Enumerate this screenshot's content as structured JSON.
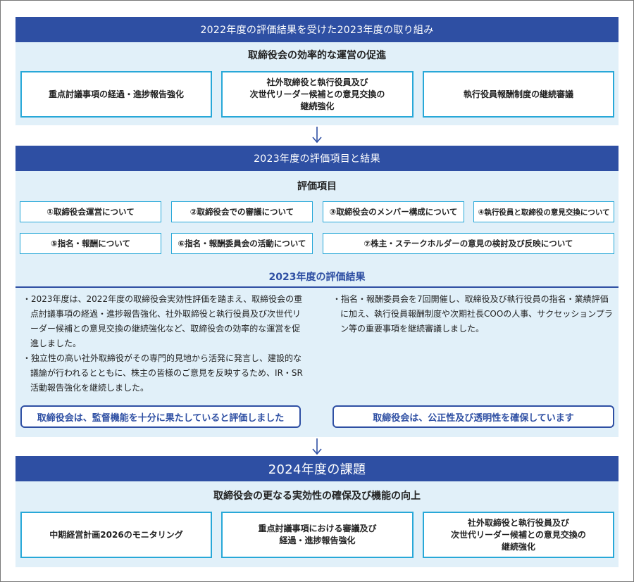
{
  "section1": {
    "header": "2022年度の評価結果を受けた2023年度の取り組み",
    "subtitle": "取締役会の効率的な運営の促進",
    "boxes": [
      "重点討議事項の経過・進捗報告強化",
      "社外取締役と執行役員及び\n次世代リーダー候補との意見交換の\n継続強化",
      "執行役員報酬制度の継続審議"
    ]
  },
  "section2": {
    "header": "2023年度の評価項目と結果",
    "items_title": "評価項目",
    "items": [
      "①取締役会運営について",
      "②取締役会での審議について",
      "③取締役会のメンバー構成について",
      "④執行役員と取締役の意見交換について",
      "⑤指名・報酬について",
      "⑥指名・報酬委員会の活動について",
      "⑦株主・ステークホルダーの意見の検討及び反映について"
    ],
    "results_title": "2023年度の評価結果",
    "left_bullets": [
      "・2023年度は、2022年度の取締役会実効性評価を踏まえ、取締役会の重点討議事項の経過・進捗報告強化、社外取締役と執行役員及び次世代リーダー候補との意見交換の継続強化など、取締役会の効率的な運営を促進しました。",
      "・独立性の高い社外取締役がその専門的見地から活発に発言し、建設的な議論が行われるとともに、株主の皆様のご意見を反映するため、IR・SR活動報告強化を継続しました。"
    ],
    "right_bullets": [
      "・指名・報酬委員会を7回開催し、取締役及び執行役員の指名・業績評価に加え、執行役員報酬制度や次期社長COOの人事、サクセッションプラン等の重要事項を継続審議しました。"
    ],
    "left_conclusion": "取締役会は、監督機能を十分に果たしていると評価しました",
    "right_conclusion": "取締役会は、公正性及び透明性を確保しています"
  },
  "section3": {
    "header": "2024年度の課題",
    "subtitle": "取締役会の更なる実効性の確保及び機能の向上",
    "boxes": [
      "中期経営計画2026のモニタリング",
      "重点討議事項における審議及び\n経過・進捗報告強化",
      "社外取締役と執行役員及び\n次世代リーダー候補との意見交換の\n継続強化"
    ]
  },
  "colors": {
    "header_blue": "#2e4fa3",
    "panel_bg": "#e1f0f9",
    "box_border": "#28a8d8"
  },
  "icons": [
    "arrow-down-icon"
  ]
}
